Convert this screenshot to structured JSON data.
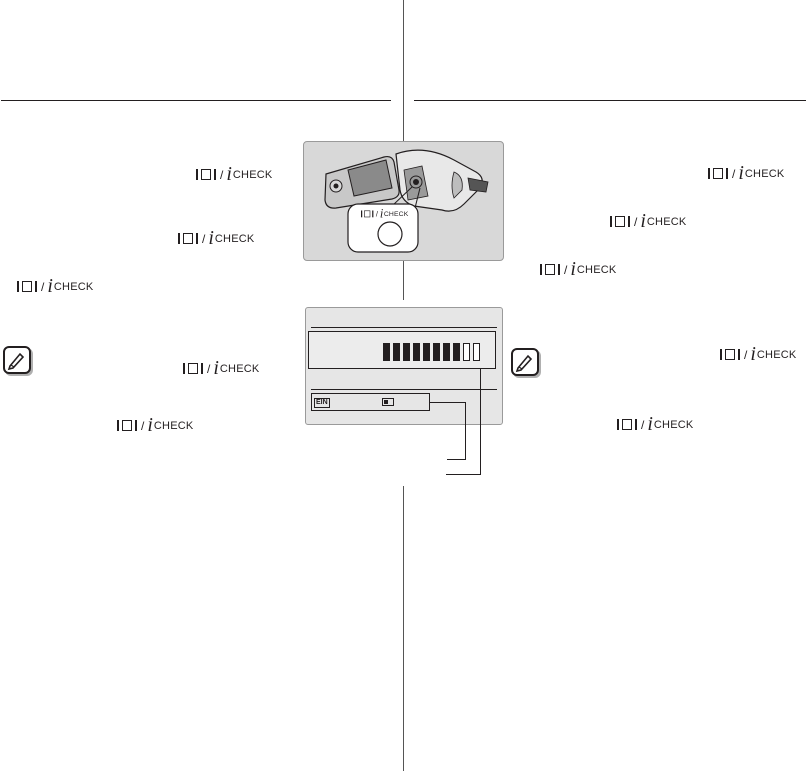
{
  "button": {
    "slash": "/",
    "info_glyph": "i",
    "check_text": "CHECK"
  },
  "illustration": {
    "button_label_slash": "/",
    "button_label_info": "i",
    "button_label_check": "CHECK"
  },
  "lcd": {
    "battery_filled_segments": 8,
    "battery_total_segments": 10,
    "status_icon_left": "EIN"
  },
  "colors": {
    "ink": "#231f20",
    "panel_bg": "#d8d8d8",
    "lcd_bg": "#e6e6e6"
  },
  "icons": [
    "display-button-icon",
    "note-pencil-icon",
    "camcorder-illustration",
    "battery-level-bar"
  ]
}
